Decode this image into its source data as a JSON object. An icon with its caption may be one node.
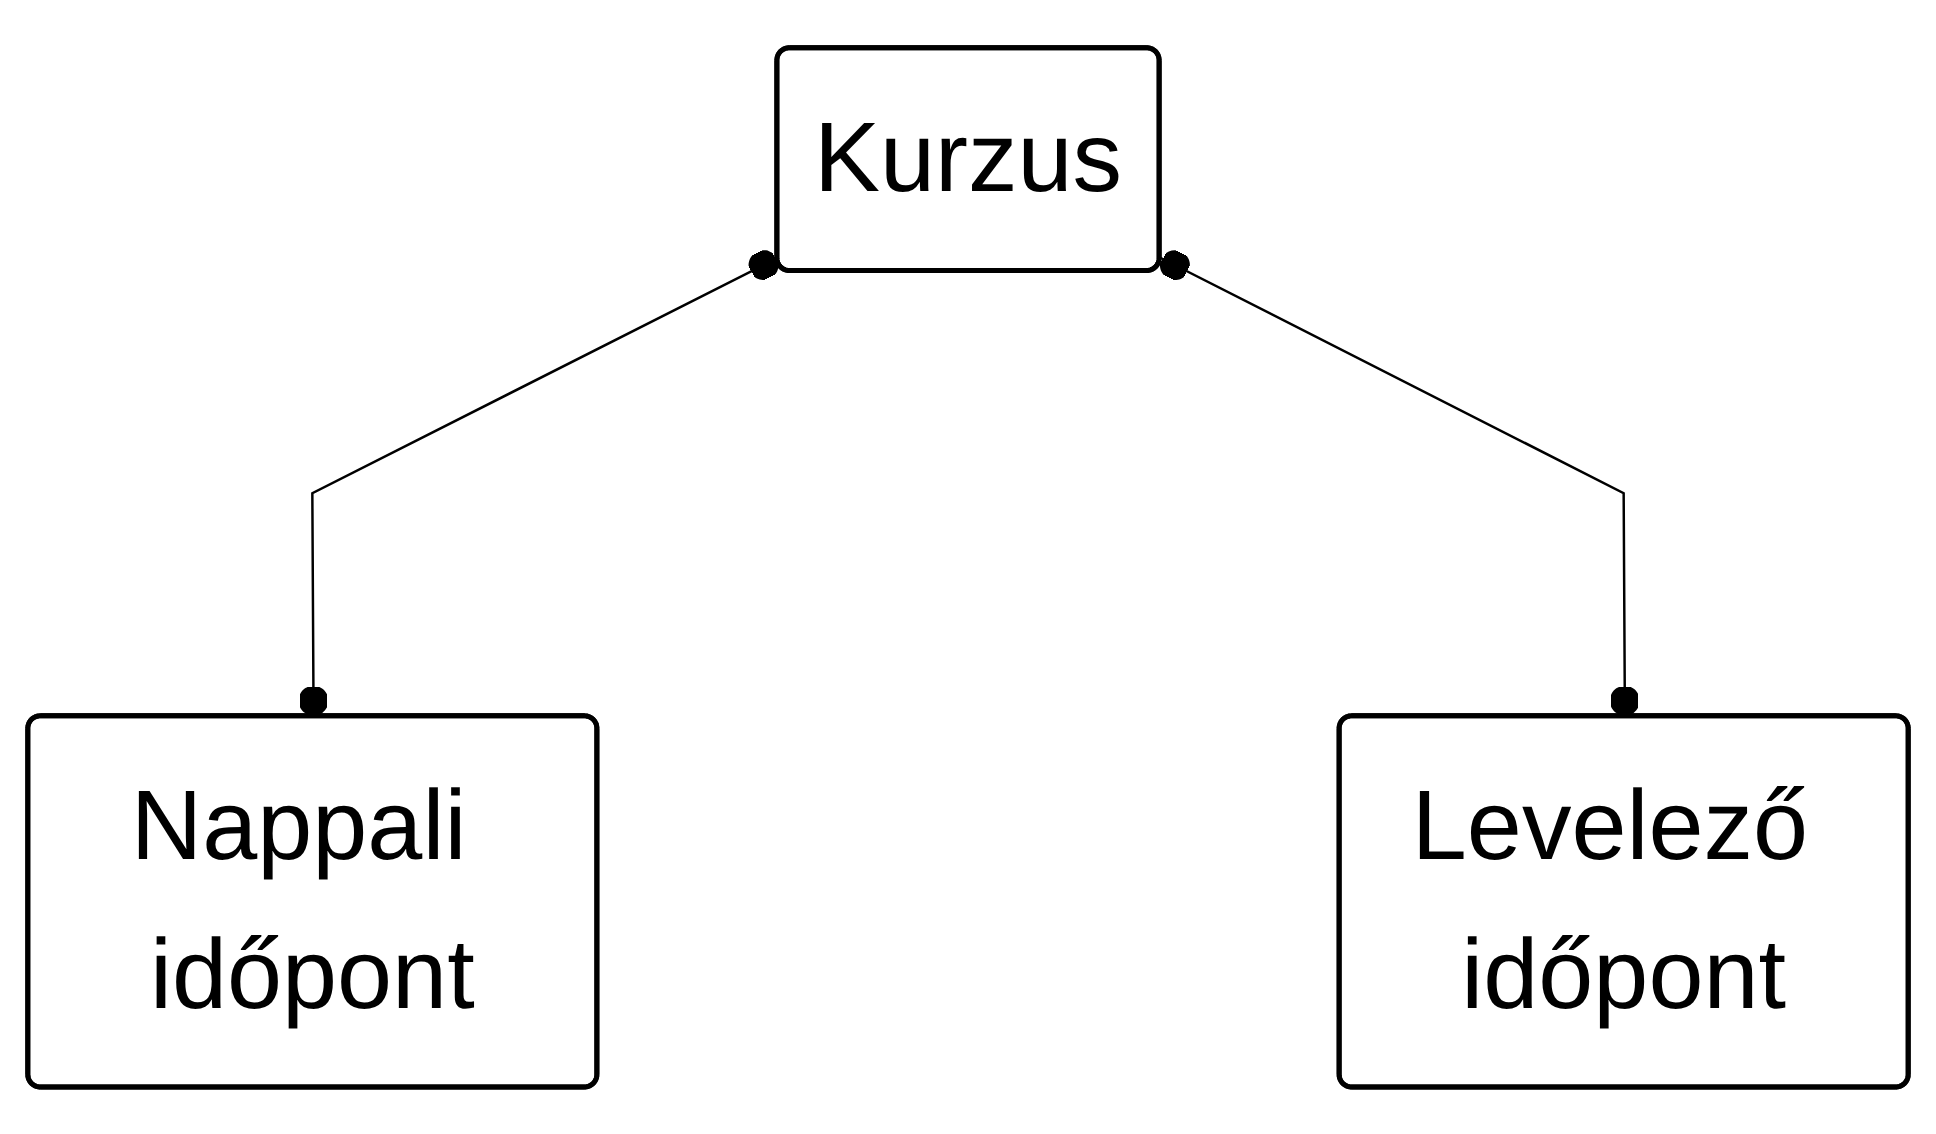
{
  "diagram": {
    "nodes": [
      {
        "text": [
          "Kurzus"
        ]
      },
      {
        "text": [
          "Nappali időpont"
        ]
      },
      {
        "text": [
          "Levelező időpont"
        ]
      }
    ],
    "edges": [
      {
        "from": 0,
        "to": 1,
        "arrow": "other"
      },
      {
        "from": 0,
        "to": 2,
        "arrow": "other"
      }
    ]
  }
}
